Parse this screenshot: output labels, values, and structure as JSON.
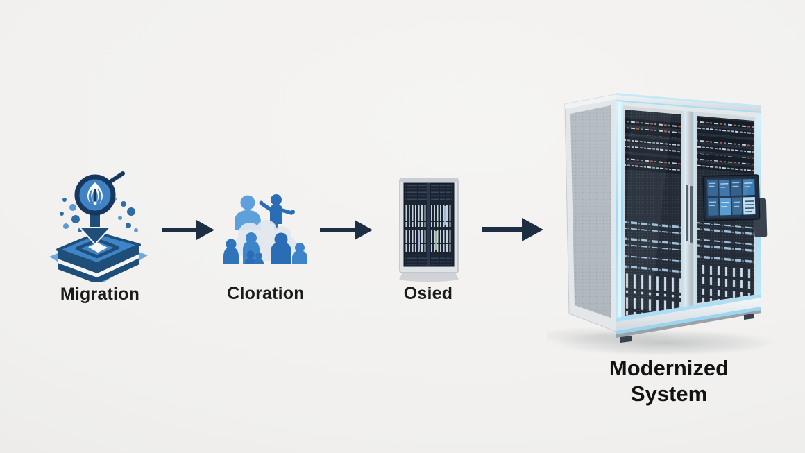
{
  "page": {
    "type": "process-flow-diagram",
    "background_color": "#f1f0ee"
  },
  "flow": {
    "steps": [
      {
        "id": "migration",
        "label": "Migration",
        "icon": "migration-deploy-icon"
      },
      {
        "id": "cloration",
        "label": "Cloration",
        "icon": "people-group-icon"
      },
      {
        "id": "osied",
        "label": "Osied",
        "icon": "server-cabinet-icon"
      }
    ],
    "arrow_count": 3,
    "result": {
      "id": "modernized-system",
      "label": "Modernized System",
      "icon": "server-rack-illustration"
    }
  },
  "colors": {
    "background": "#f1f0ee",
    "arrow": "#1d2d42",
    "icon_dark_blue": "#1f4e79",
    "icon_medium_blue": "#3d85c8",
    "icon_light_blue": "#6fa8dc",
    "label_text": "#1b1b1b",
    "rack_glow_blue": "#a9def5",
    "rack_mesh_dark": "#232c37",
    "led_red": "#b55a4c",
    "monitor_screen_blue": "#3f7fb8"
  }
}
